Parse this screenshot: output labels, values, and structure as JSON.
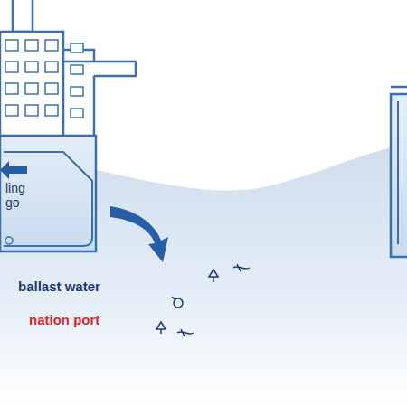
{
  "diagram": {
    "nodes": [
      {
        "text": [
          "ling go"
        ]
      }
    ],
    "labels": [
      "ballast water",
      "nation port"
    ]
  }
}
